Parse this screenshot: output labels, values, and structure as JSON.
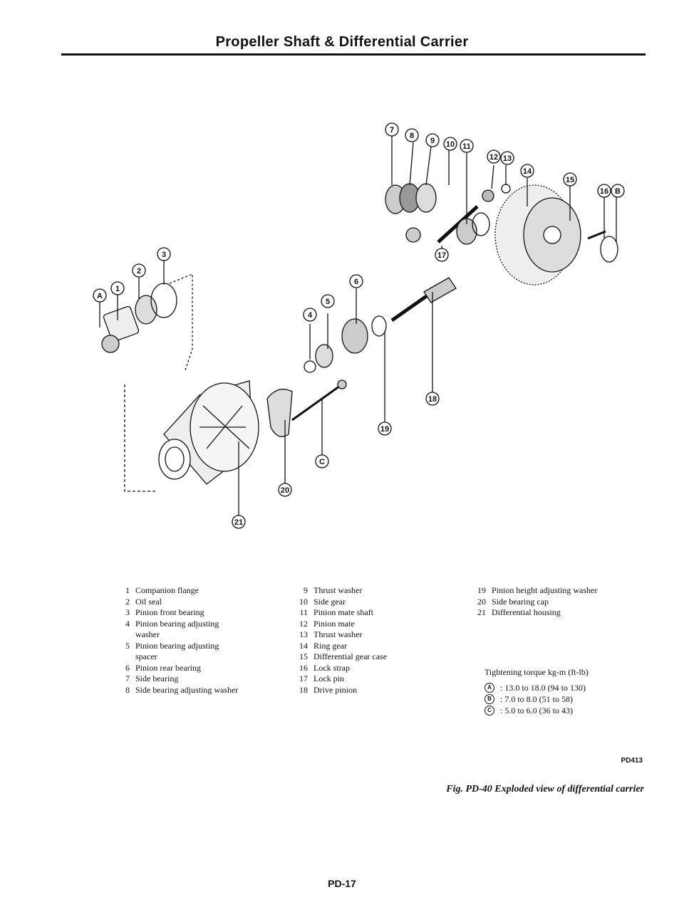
{
  "header": {
    "title": "Propeller Shaft & Differential Carrier"
  },
  "diagram": {
    "callouts": [
      "1",
      "2",
      "3",
      "4",
      "5",
      "6",
      "7",
      "8",
      "9",
      "10",
      "11",
      "12",
      "13",
      "14",
      "15",
      "16",
      "17",
      "18",
      "19",
      "20",
      "21",
      "A",
      "B",
      "C"
    ]
  },
  "legend": {
    "col1": [
      {
        "num": "1",
        "text": "Companion flange"
      },
      {
        "num": "2",
        "text": "Oil seal"
      },
      {
        "num": "3",
        "text": "Pinion front bearing"
      },
      {
        "num": "4",
        "text": "Pinion bearing adjusting washer"
      },
      {
        "num": "5",
        "text": "Pinion bearing adjusting spacer"
      },
      {
        "num": "6",
        "text": "Pinion rear bearing"
      },
      {
        "num": "7",
        "text": "Side bearing"
      },
      {
        "num": "8",
        "text": "Side bearing adjusting washer"
      }
    ],
    "col2": [
      {
        "num": "9",
        "text": "Thrust washer"
      },
      {
        "num": "10",
        "text": "Side gear"
      },
      {
        "num": "11",
        "text": "Pinion mate shaft"
      },
      {
        "num": "12",
        "text": "Pinion mate"
      },
      {
        "num": "13",
        "text": "Thrust washer"
      },
      {
        "num": "14",
        "text": "Ring gear"
      },
      {
        "num": "15",
        "text": "Differential gear case"
      },
      {
        "num": "16",
        "text": "Lock strap"
      },
      {
        "num": "17",
        "text": "Lock pin"
      },
      {
        "num": "18",
        "text": "Drive pinion"
      }
    ],
    "col3": [
      {
        "num": "19",
        "text": "Pinion height adjusting washer"
      },
      {
        "num": "20",
        "text": "Side bearing cap"
      },
      {
        "num": "21",
        "text": "Differential housing"
      }
    ]
  },
  "torque": {
    "title": "Tightening torque  kg-m (ft-lb)",
    "rows": [
      {
        "letter": "A",
        "value": ": 13.0 to 18.0 (94 to 130)"
      },
      {
        "letter": "B",
        "value": ": 7.0 to 8.0 (51 to 58)"
      },
      {
        "letter": "C",
        "value": ": 5.0 to 6.0 (36 to 43)"
      }
    ]
  },
  "figure": {
    "code": "PD413",
    "caption": "Fig. PD-40  Exploded view of differential carrier"
  },
  "page": {
    "number": "PD-17"
  }
}
